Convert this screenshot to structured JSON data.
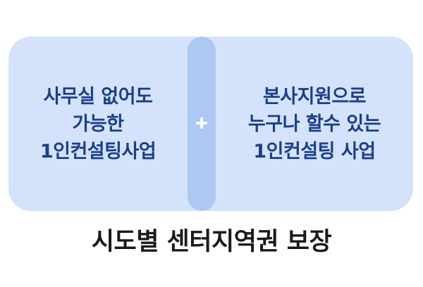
{
  "left_card": {
    "lines": [
      "사무실 없어도",
      "가능한",
      "1인컨설팅사업"
    ]
  },
  "right_card": {
    "lines": [
      "본사지원으로",
      "누구나 할수 있는",
      "1인컨설팅 사업"
    ]
  },
  "connector": {
    "icon": "plus-icon"
  },
  "caption": "시도별 센터지역권 보장",
  "colors": {
    "card_fill": "#d4e3fb",
    "overlap_fill": "#adc9f3",
    "card_text": "#1b3f8a",
    "caption_text": "#1a1a1a"
  }
}
